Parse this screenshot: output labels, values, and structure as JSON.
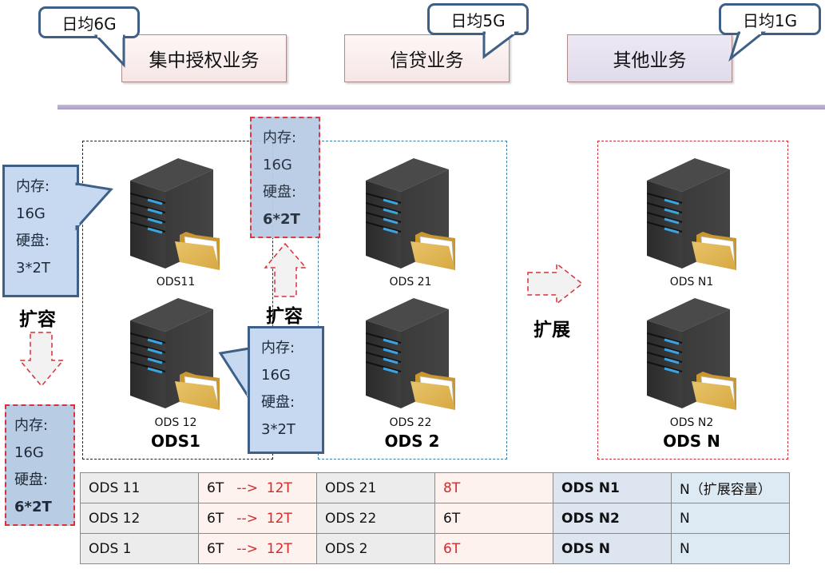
{
  "business": [
    {
      "name": "集中授权业务",
      "daily": "日均6G"
    },
    {
      "name": "信贷业务",
      "daily": "日均5G"
    },
    {
      "name": "其他业务",
      "daily": "日均1G"
    }
  ],
  "groups": [
    {
      "label": "ODS1",
      "servers": [
        "ODS11",
        "ODS 12"
      ]
    },
    {
      "label": "ODS 2",
      "servers": [
        "ODS 21",
        "ODS 22"
      ]
    },
    {
      "label": "ODS N",
      "servers": [
        "ODS N1",
        "ODS N2"
      ]
    }
  ],
  "specs": {
    "ods11_current": {
      "mem_label": "内存:",
      "mem": "16G",
      "disk_label": "硬盘:",
      "disk": "3*2T"
    },
    "ods11_upgraded": {
      "mem_label": "内存:",
      "mem": "16G",
      "disk_label": "硬盘:",
      "disk": "6*2T"
    },
    "ods12_current": {
      "mem_label": "内存:",
      "mem": "16G",
      "disk_label": "硬盘:",
      "disk": "3*2T"
    },
    "ods12_upgraded": {
      "mem_label": "内存:",
      "mem": "16G",
      "disk_label": "硬盘:",
      "disk": "6*2T"
    }
  },
  "actions": {
    "expand_left": "扩容",
    "expand_mid": "扩容",
    "extend": "扩展"
  },
  "table": {
    "rows": [
      {
        "a_name": "ODS 11",
        "a_from": "6T",
        "a_arrow": "-->",
        "a_to": "12T",
        "b_name": "ODS 21",
        "b_cap": "8T",
        "b_cap_red": true,
        "n_name": "ODS N1",
        "n_cap": "N（扩展容量）"
      },
      {
        "a_name": "ODS 12",
        "a_from": "6T",
        "a_arrow": "-->",
        "a_to": "12T",
        "b_name": "ODS 22",
        "b_cap": "6T",
        "b_cap_red": false,
        "n_name": "ODS N2",
        "n_cap": "N"
      },
      {
        "a_name": "ODS 1",
        "a_from": "6T",
        "a_arrow": "-->",
        "a_to": "12T",
        "b_name": "ODS 2",
        "b_cap": "6T",
        "b_cap_red": true,
        "n_name": "ODS N",
        "n_cap": "N"
      }
    ]
  },
  "colors": {
    "callout_border": "#3e5f86",
    "callout_fill": "#c6d9f0",
    "upgrade_border": "#d9313a",
    "divider": "#b3a8cc",
    "highlight_red": "#d52a2a"
  }
}
